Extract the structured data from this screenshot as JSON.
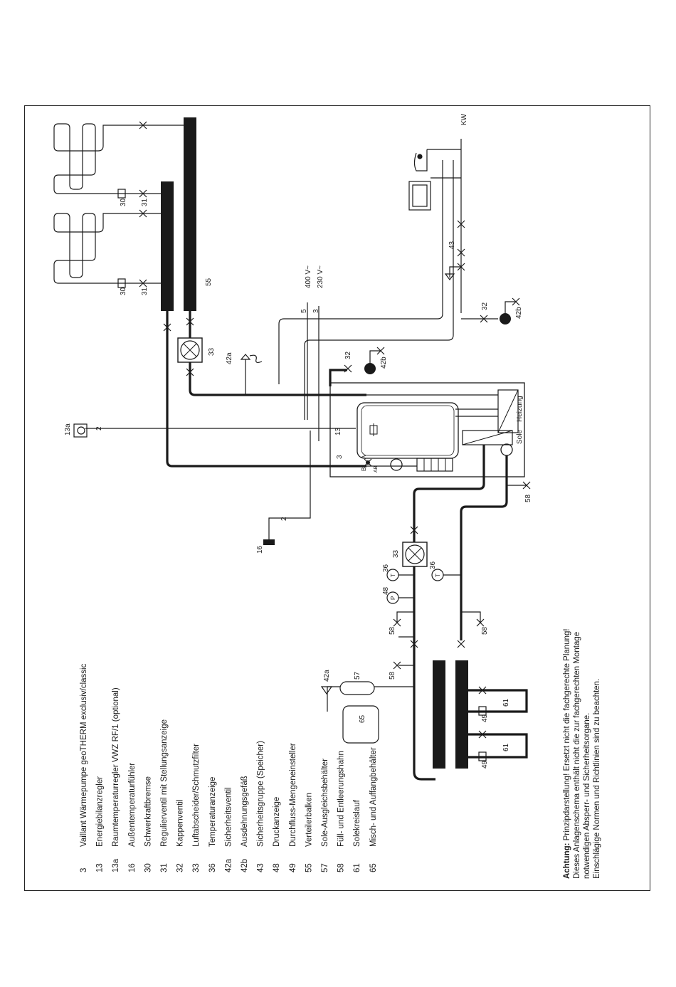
{
  "legend": [
    {
      "num": "3",
      "text": "Vaillant Wärmepumpe geoTHERM exclusiv/classic"
    },
    {
      "num": "13",
      "text": "Energiebilanzregler"
    },
    {
      "num": "13a",
      "text": "Raumtemperaturregler VWZ RF/1 (optional)"
    },
    {
      "num": "16",
      "text": "Außentemperaturfühler"
    },
    {
      "num": "30",
      "text": "Schwerkraftbremse"
    },
    {
      "num": "31",
      "text": "Regulierventil mit Stellungsanzeige"
    },
    {
      "num": "32",
      "text": "Kappenventil"
    },
    {
      "num": "33",
      "text": "Luftabscheider/Schmutzfilter"
    },
    {
      "num": "36",
      "text": "Temperaturanzeige"
    },
    {
      "num": "42a",
      "text": "Sicherheitsventil"
    },
    {
      "num": "42b",
      "text": "Ausdehnungsgefäß"
    },
    {
      "num": "43",
      "text": "Sicherheitsgruppe (Speicher)"
    },
    {
      "num": "48",
      "text": "Druckanzeige"
    },
    {
      "num": "49",
      "text": "Durchfluss-Mengeneinsteller"
    },
    {
      "num": "55",
      "text": "Verteilerbalken"
    },
    {
      "num": "57",
      "text": "Sole-Ausgleichsbehälter"
    },
    {
      "num": "58",
      "text": "Füll- und Entleerungshahn"
    },
    {
      "num": "61",
      "text": "Solekreislauf"
    },
    {
      "num": "65",
      "text": "Misch- und Auffangbehälter"
    }
  ],
  "note": {
    "bold": "Achtung:",
    "line1_rest": " Prinzipdarstellung! Ersetzt nicht die fachgerechte Planung!",
    "line2": "Dieses Anlagenschema enthält nicht die zur fachgerechten Montage",
    "line3": "notwendigen Absperr- und Sicherheitsorgane.",
    "line4": "Einschlägige Normen und Richtlinien sind zu beachten."
  },
  "labels": {
    "kw": "KW",
    "v400": "400 V~",
    "v230": "230 V~",
    "cable5": "5",
    "cable3": "3",
    "cable2a": "2",
    "cable2b": "2",
    "heizung": "Heizung",
    "sole": "Sole",
    "n3": "3",
    "n13": "13",
    "n13a": "13a",
    "n16": "16",
    "n30a": "30",
    "n30b": "30",
    "n31a": "31",
    "n31b": "31",
    "n32a": "32",
    "n32b": "32",
    "n33a": "33",
    "n33b": "33",
    "n36a": "36",
    "n36b": "36",
    "n42a_a": "42a",
    "n42a_b": "42a",
    "n42b_a": "42b",
    "n42b_b": "42b",
    "n43": "43",
    "n48": "48",
    "n49a": "49",
    "n49b": "49",
    "n55": "55",
    "n57": "57",
    "n58a": "58",
    "n58b": "58",
    "n58c": "58",
    "n58d": "58",
    "n61a": "61",
    "n61b": "61",
    "n65": "65",
    "t_a": "T",
    "t_b": "T",
    "p": "P",
    "valve_b": "B",
    "valve_a": "A",
    "valve_ab": "AB"
  }
}
